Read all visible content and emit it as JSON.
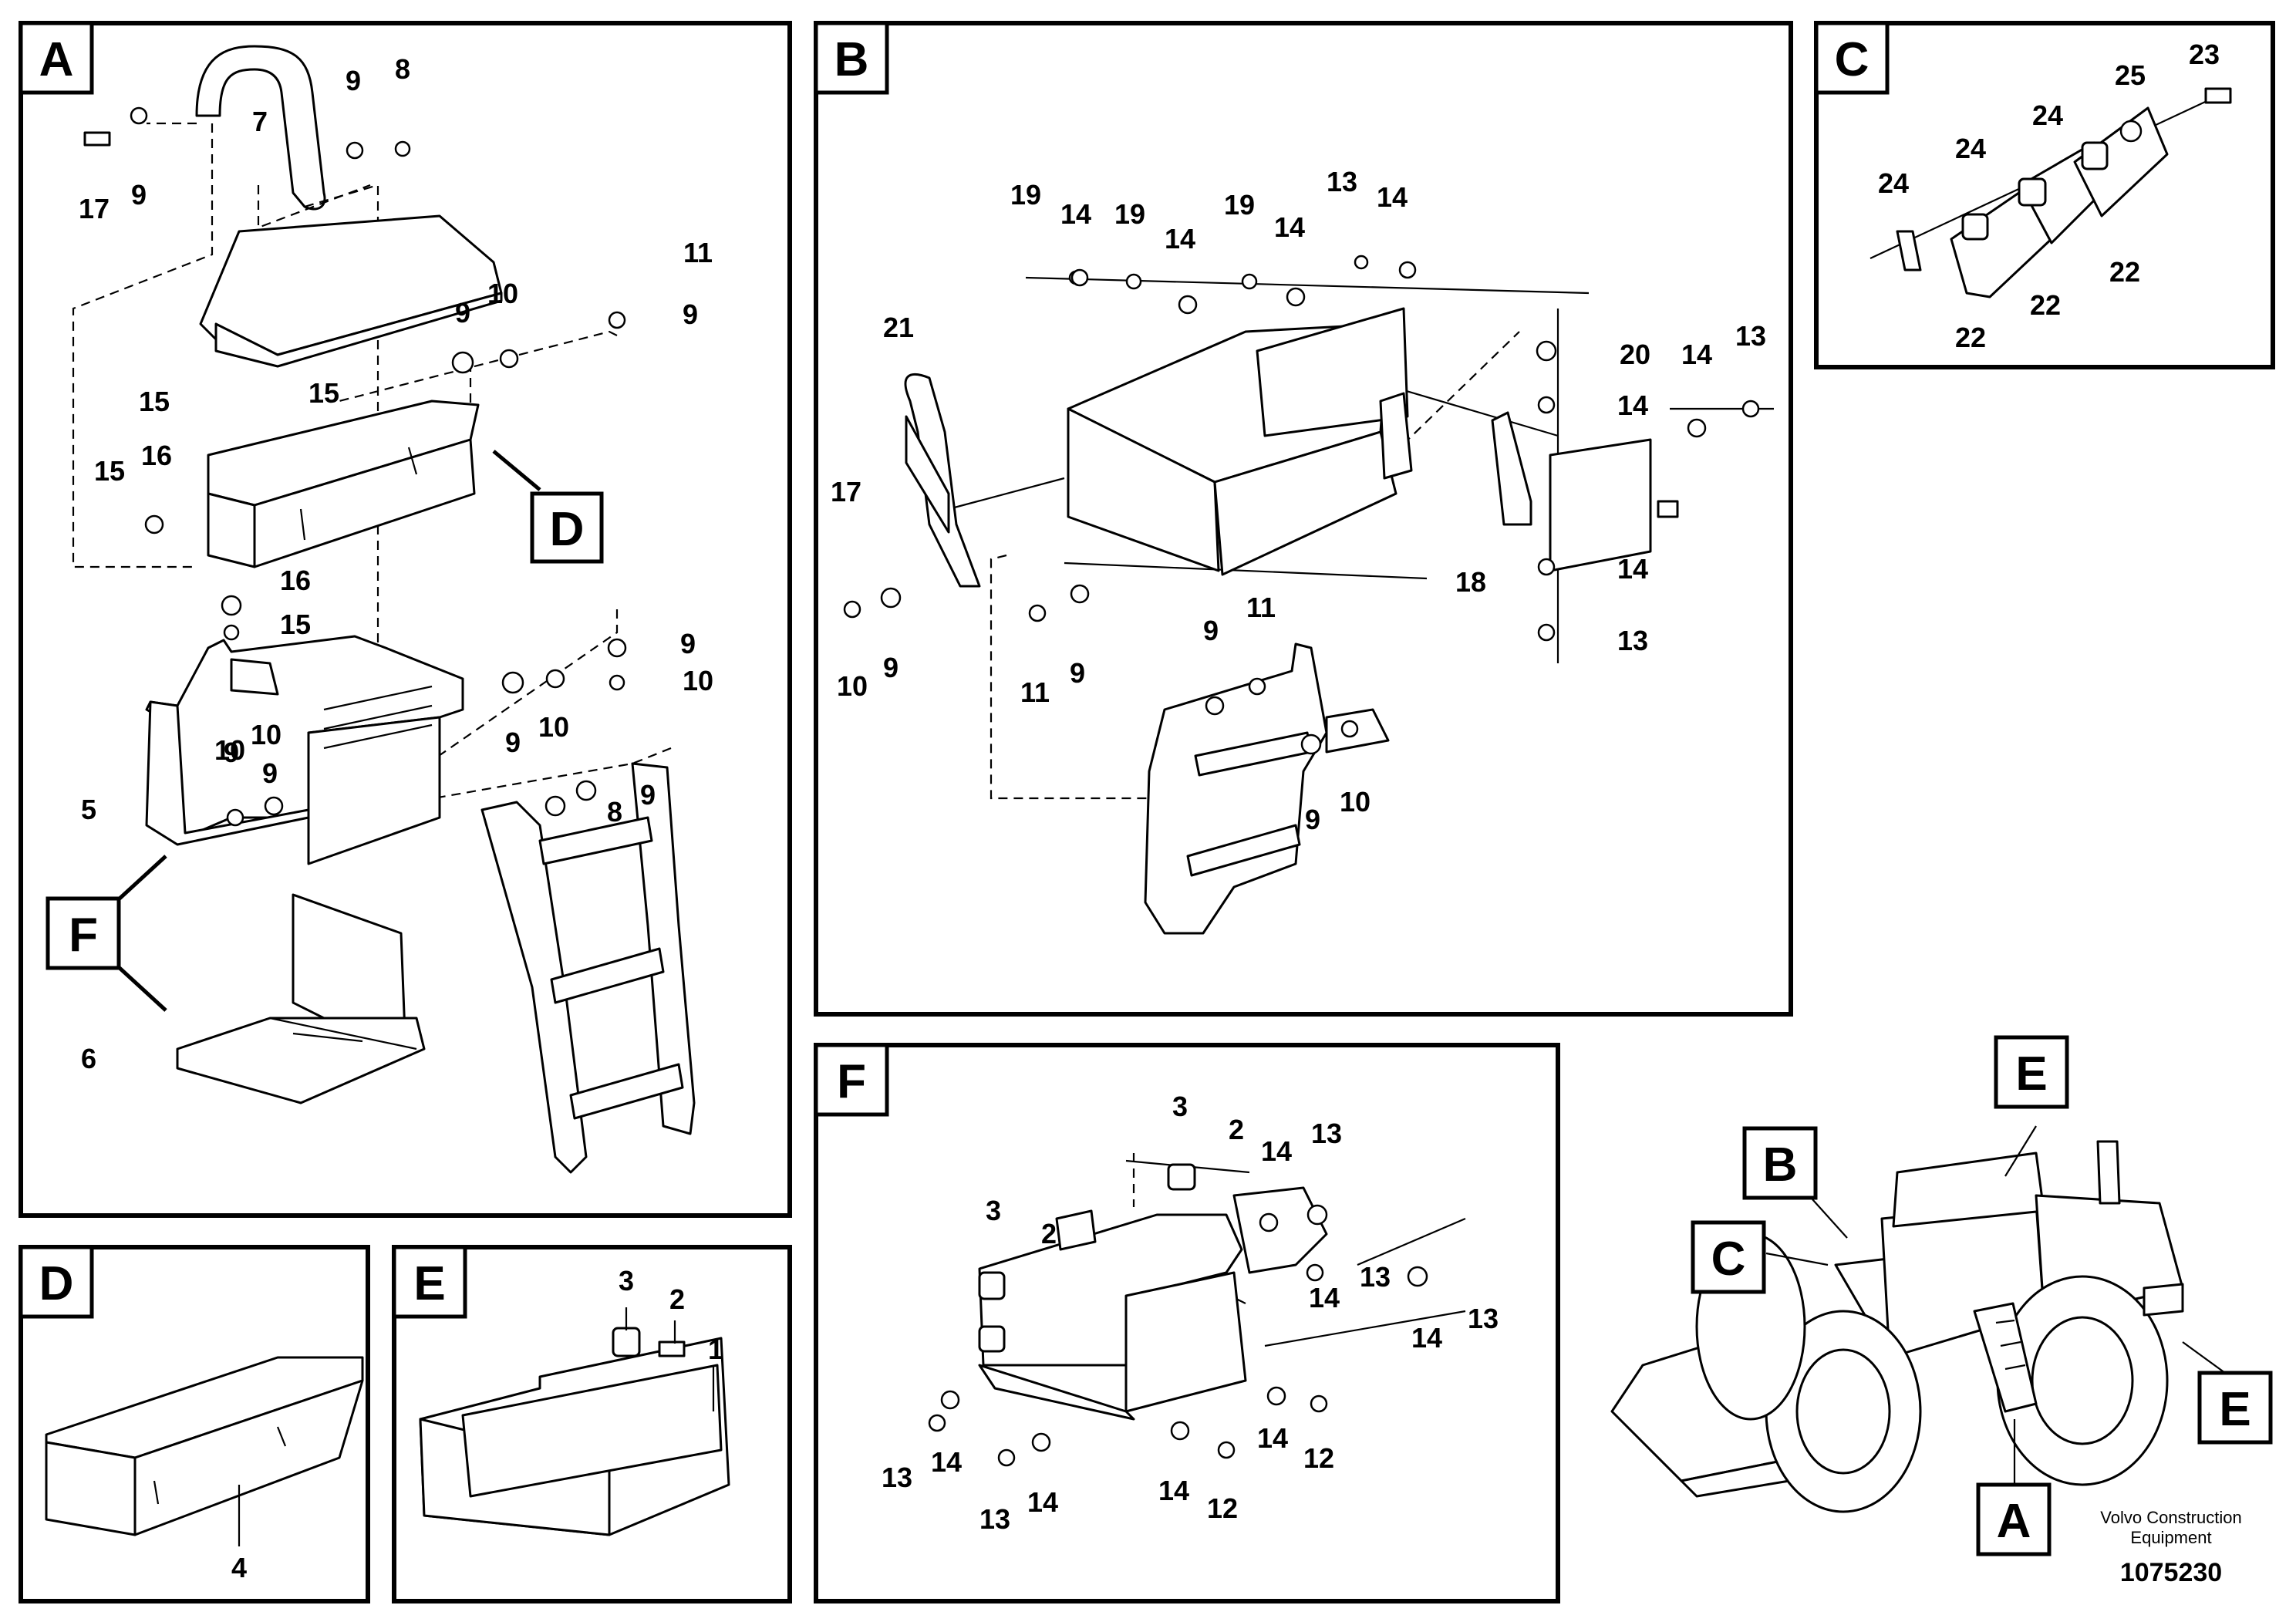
{
  "document": {
    "publisher": "Volvo Construction Equipment",
    "publisher_line1": "Volvo Construction",
    "publisher_line2": "Equipment",
    "drawing_number": "1075230"
  },
  "views": {
    "A": {
      "tag": "A",
      "callouts": [
        "17",
        "9",
        "7",
        "9",
        "8",
        "11",
        "9",
        "9",
        "10",
        "15",
        "15",
        "15",
        "16",
        "D",
        "16",
        "15",
        "9",
        "10",
        "9",
        "10",
        "10",
        "9",
        "9",
        "10",
        "8",
        "9",
        "5",
        "F",
        "6"
      ]
    },
    "B": {
      "tag": "B",
      "callouts": [
        "19",
        "14",
        "19",
        "14",
        "19",
        "14",
        "13",
        "14",
        "21",
        "17",
        "10",
        "9",
        "11",
        "9",
        "9",
        "11",
        "9",
        "10",
        "18",
        "20",
        "14",
        "14",
        "13",
        "14",
        "13"
      ]
    },
    "C": {
      "tag": "C",
      "callouts": [
        "23",
        "25",
        "24",
        "24",
        "24",
        "22",
        "22",
        "22"
      ]
    },
    "D": {
      "tag": "D",
      "callouts": [
        "4"
      ]
    },
    "E": {
      "tag": "E",
      "callouts": [
        "3",
        "2",
        "1"
      ]
    },
    "F": {
      "tag": "F",
      "callouts": [
        "3",
        "2",
        "14",
        "13",
        "3",
        "2",
        "14",
        "13",
        "14",
        "13",
        "13",
        "14",
        "13",
        "14",
        "14",
        "12",
        "14",
        "12"
      ]
    },
    "overview": {
      "tags": [
        "E",
        "B",
        "C",
        "E",
        "A"
      ]
    }
  }
}
